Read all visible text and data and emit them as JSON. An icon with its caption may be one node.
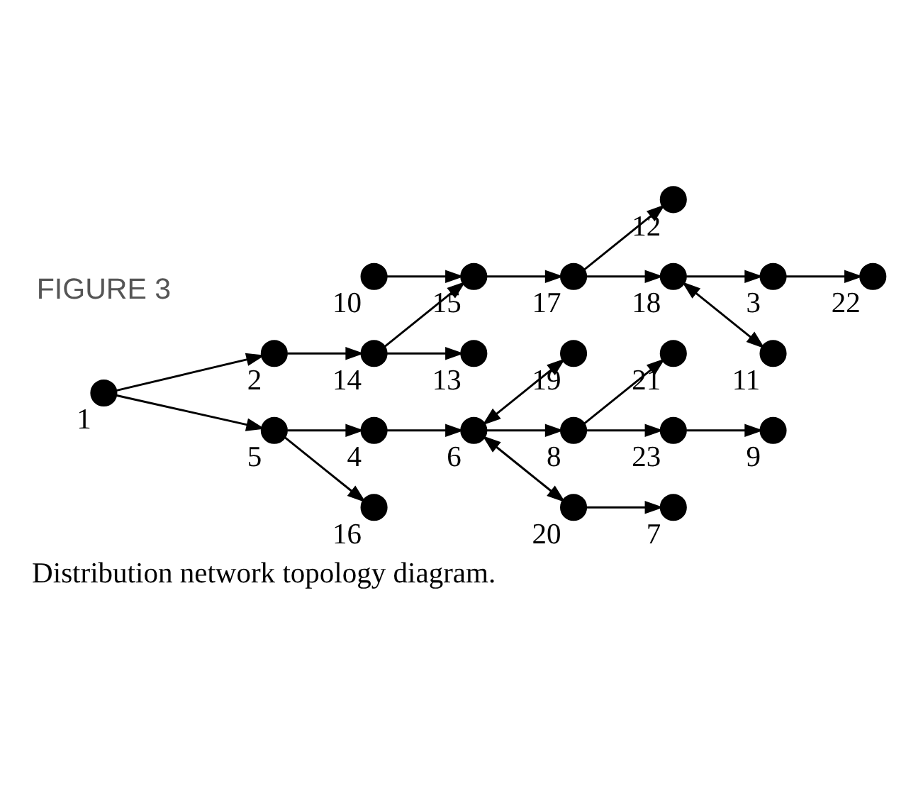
{
  "diagram": {
    "caption": "Distribution network topology diagram.",
    "labels": [
      "FIGURE 3"
    ],
    "nodes": [
      {
        "text": [
          "13"
        ]
      },
      {
        "text": [
          "12"
        ]
      },
      {
        "text": [
          "17"
        ]
      },
      {
        "text": [
          "14"
        ]
      },
      {
        "text": [
          "15"
        ]
      },
      {
        "text": [
          "18"
        ]
      },
      {
        "text": [
          "3"
        ]
      },
      {
        "text": [
          "2"
        ]
      },
      {
        "text": [
          "22"
        ]
      },
      {
        "text": [
          "11"
        ]
      },
      {
        "text": [
          "10"
        ]
      },
      {
        "text": [
          "1"
        ]
      },
      {
        "text": [
          "5"
        ]
      },
      {
        "text": [
          "19"
        ]
      },
      {
        "text": [
          "4"
        ]
      },
      {
        "text": [
          "21"
        ]
      },
      {
        "text": [
          "6"
        ]
      },
      {
        "text": [
          "8"
        ]
      },
      {
        "text": [
          "16"
        ]
      },
      {
        "text": [
          "20"
        ]
      },
      {
        "text": [
          "23"
        ]
      },
      {
        "text": [
          "9"
        ]
      },
      {
        "text": [
          "7"
        ]
      }
    ],
    "edges": [
      {
        "from": 11,
        "to": 7,
        "arrow": "to"
      },
      {
        "from": 7,
        "to": 3,
        "arrow": "to"
      },
      {
        "from": 3,
        "to": 0,
        "arrow": "to"
      },
      {
        "from": 3,
        "to": 4,
        "arrow": "to"
      },
      {
        "from": 10,
        "to": 4,
        "arrow": "to"
      },
      {
        "from": 4,
        "to": 2,
        "arrow": "to"
      },
      {
        "from": 2,
        "to": 1,
        "arrow": "to"
      },
      {
        "from": 2,
        "to": 5,
        "arrow": "to"
      },
      {
        "from": 5,
        "to": 6,
        "arrow": "to"
      },
      {
        "from": 6,
        "to": 8,
        "arrow": "to"
      },
      {
        "from": 5,
        "to": 9,
        "arrow": "both"
      },
      {
        "from": 11,
        "to": 12,
        "arrow": "to"
      },
      {
        "from": 12,
        "to": 14,
        "arrow": "to"
      },
      {
        "from": 12,
        "to": 18,
        "arrow": "to"
      },
      {
        "from": 14,
        "to": 16,
        "arrow": "to"
      },
      {
        "from": 16,
        "to": 13,
        "arrow": "both"
      },
      {
        "from": 16,
        "to": 17,
        "arrow": "to"
      },
      {
        "from": 17,
        "to": 15,
        "arrow": "to"
      },
      {
        "from": 17,
        "to": 20,
        "arrow": "to"
      },
      {
        "from": 20,
        "to": 21,
        "arrow": "to"
      },
      {
        "from": 16,
        "to": 19,
        "arrow": "both"
      },
      {
        "from": 19,
        "to": 22,
        "arrow": "to"
      }
    ]
  }
}
